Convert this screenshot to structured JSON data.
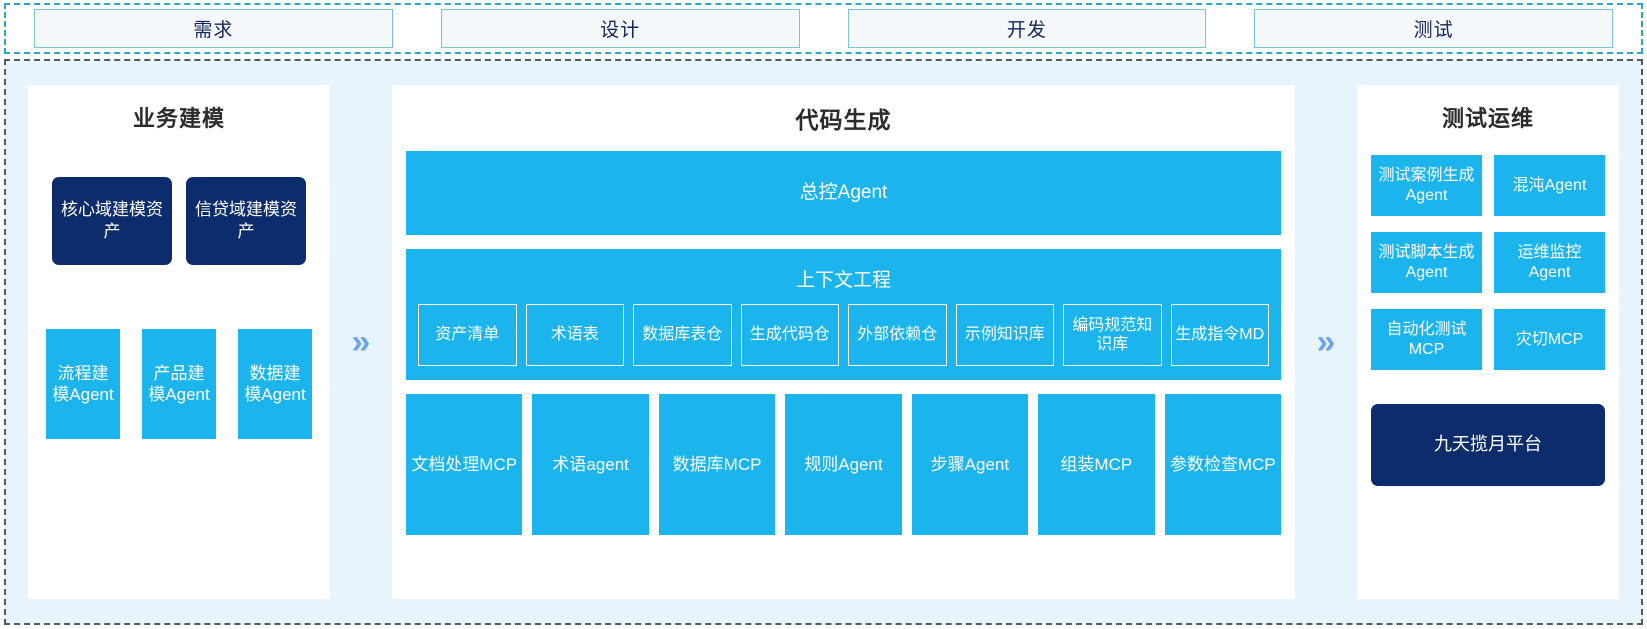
{
  "phases": [
    {
      "label": "需求"
    },
    {
      "label": "设计"
    },
    {
      "label": "开发"
    },
    {
      "label": "测试"
    }
  ],
  "arrows": {
    "glyph": "»"
  },
  "colors": {
    "cyan": "#1CB4EC",
    "navy": "#0D2C6B",
    "panel_bg": "#FFFFFF",
    "body_bg": "#E7F4FC",
    "arrow": "#6FA3F0",
    "phase_border": "#7CC3D8",
    "phase_text": "#14255C"
  },
  "left_panel": {
    "title": "业务建模",
    "assets": [
      {
        "label": "核心域建模资产"
      },
      {
        "label": "信贷域建模资产"
      }
    ],
    "agents": [
      {
        "label": "流程建模Agent"
      },
      {
        "label": "产品建模Agent"
      },
      {
        "label": "数据建模Agent"
      }
    ]
  },
  "mid_panel": {
    "title": "代码生成",
    "controller": {
      "label": "总控Agent"
    },
    "context": {
      "title": "上下文工程",
      "items": [
        {
          "label": "资产清单"
        },
        {
          "label": "术语表"
        },
        {
          "label": "数据库表仓"
        },
        {
          "label": "生成代码仓"
        },
        {
          "label": "外部依赖仓"
        },
        {
          "label": "示例知识库"
        },
        {
          "label": "编码规范知识库"
        },
        {
          "label": "生成指令MD"
        }
      ]
    },
    "tools": [
      {
        "label": "文档处理MCP"
      },
      {
        "label": "术语agent"
      },
      {
        "label": "数据库MCP"
      },
      {
        "label": "规则Agent"
      },
      {
        "label": "步骤Agent"
      },
      {
        "label": "组装MCP"
      },
      {
        "label": "参数检查MCP"
      }
    ]
  },
  "right_panel": {
    "title": "测试运维",
    "items": [
      {
        "label": "测试案例生成Agent"
      },
      {
        "label": "混沌Agent"
      },
      {
        "label": "测试脚本生成Agent"
      },
      {
        "label": "运维监控Agent"
      },
      {
        "label": "自动化测试MCP"
      },
      {
        "label": "灾切MCP"
      }
    ],
    "platform": {
      "label": "九天揽月平台"
    }
  }
}
